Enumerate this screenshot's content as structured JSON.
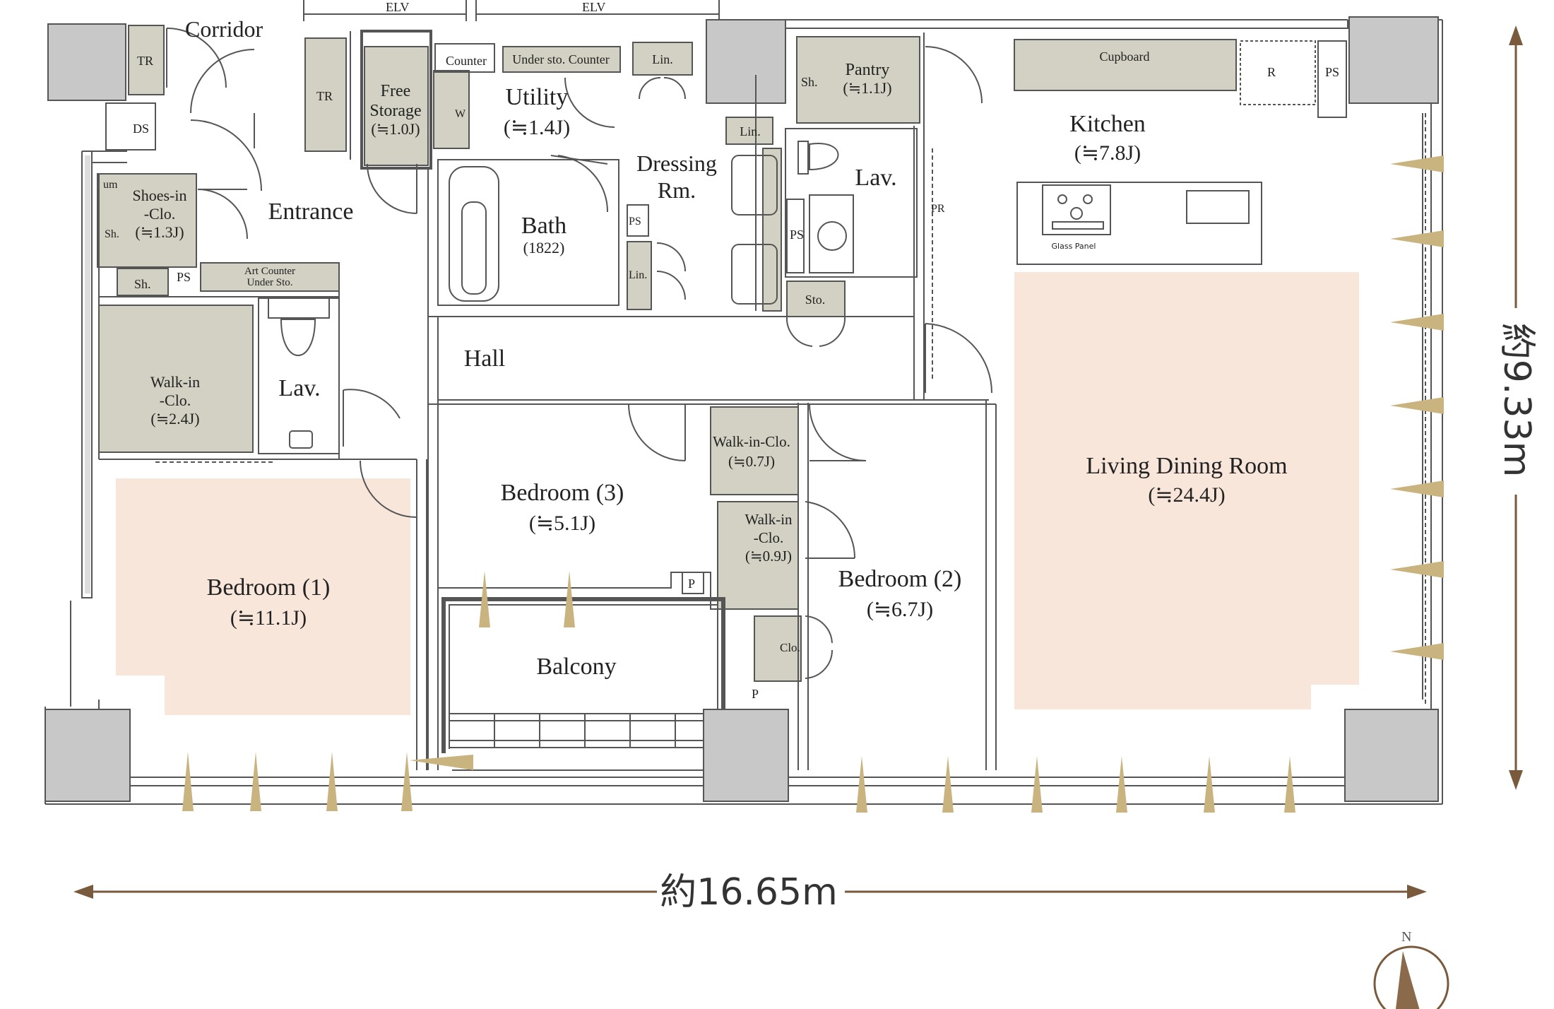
{
  "labels": {
    "corridor": "Corridor",
    "elv_left": "ELV",
    "elv_right": "ELV",
    "tr_left": "TR",
    "tr_right": "TR",
    "ds": "DS",
    "free_storage": "Free",
    "free_storage_2": "Storage",
    "free_storage_size": "(≒1.0J)",
    "counter": "Counter",
    "under_sto_counter": "Under sto. Counter",
    "w": "W",
    "utility": "Utility",
    "utility_size": "(≒1.4J)",
    "lin_top": "Lin.",
    "lin_dressing": "Lin.",
    "lin_bath": "Lin.",
    "sh_pantry": "Sh.",
    "pantry": "Pantry",
    "pantry_size": "(≒1.1J)",
    "cupboard": "Cupboard",
    "r": "R",
    "ps_top": "PS",
    "kitchen": "Kitchen",
    "kitchen_size": "(≒7.8J)",
    "glass_panel": "Glass Panel",
    "pr": "PR",
    "dressing": "Dressing",
    "dressing_2": "Rm.",
    "lav_upper": "Lav.",
    "ps_lav": "PS",
    "sto": "Sto.",
    "bath": "Bath",
    "bath_size": "(1822)",
    "ps_bath": "PS",
    "um": "um",
    "shoes_in": "Shoes-in",
    "shoes_clo": "-Clo.",
    "shoes_size": "(≒1.3J)",
    "sh_shoes": "Sh.",
    "sh_bottom": "Sh.",
    "ps_entrance": "PS",
    "entrance": "Entrance",
    "art_counter": "Art Counter",
    "under_sto": "Under Sto.",
    "walkin": "Walk-in",
    "walkin_clo": "-Clo.",
    "walkin_size": "(≒2.4J)",
    "lav_lower": "Lav.",
    "hall": "Hall",
    "bedroom3": "Bedroom (3)",
    "bedroom3_size": "(≒5.1J)",
    "wic07": "Walk-in-Clo.",
    "wic07_size": "(≒0.7J)",
    "wic09_1": "Walk-in",
    "wic09_2": "-Clo.",
    "wic09_size": "(≒0.9J)",
    "p_upper": "P",
    "p_lower": "P",
    "clo": "Clo.",
    "bedroom2": "Bedroom (2)",
    "bedroom2_size": "(≒6.7J)",
    "bedroom1": "Bedroom (1)",
    "bedroom1_size": "(≒11.1J)",
    "balcony": "Balcony",
    "ldr": "Living Dining Room",
    "ldr_size": "(≒24.4J)",
    "dim_width": "約16.65m",
    "dim_height": "約9.33m",
    "north": "N"
  },
  "colors": {
    "wall": "#555555",
    "storage": "#d3d1c3",
    "column": "#c8c8c8",
    "floor_tint": "#f8e6da",
    "accent": "#c9b480",
    "dimension": "#7a5a3c"
  }
}
